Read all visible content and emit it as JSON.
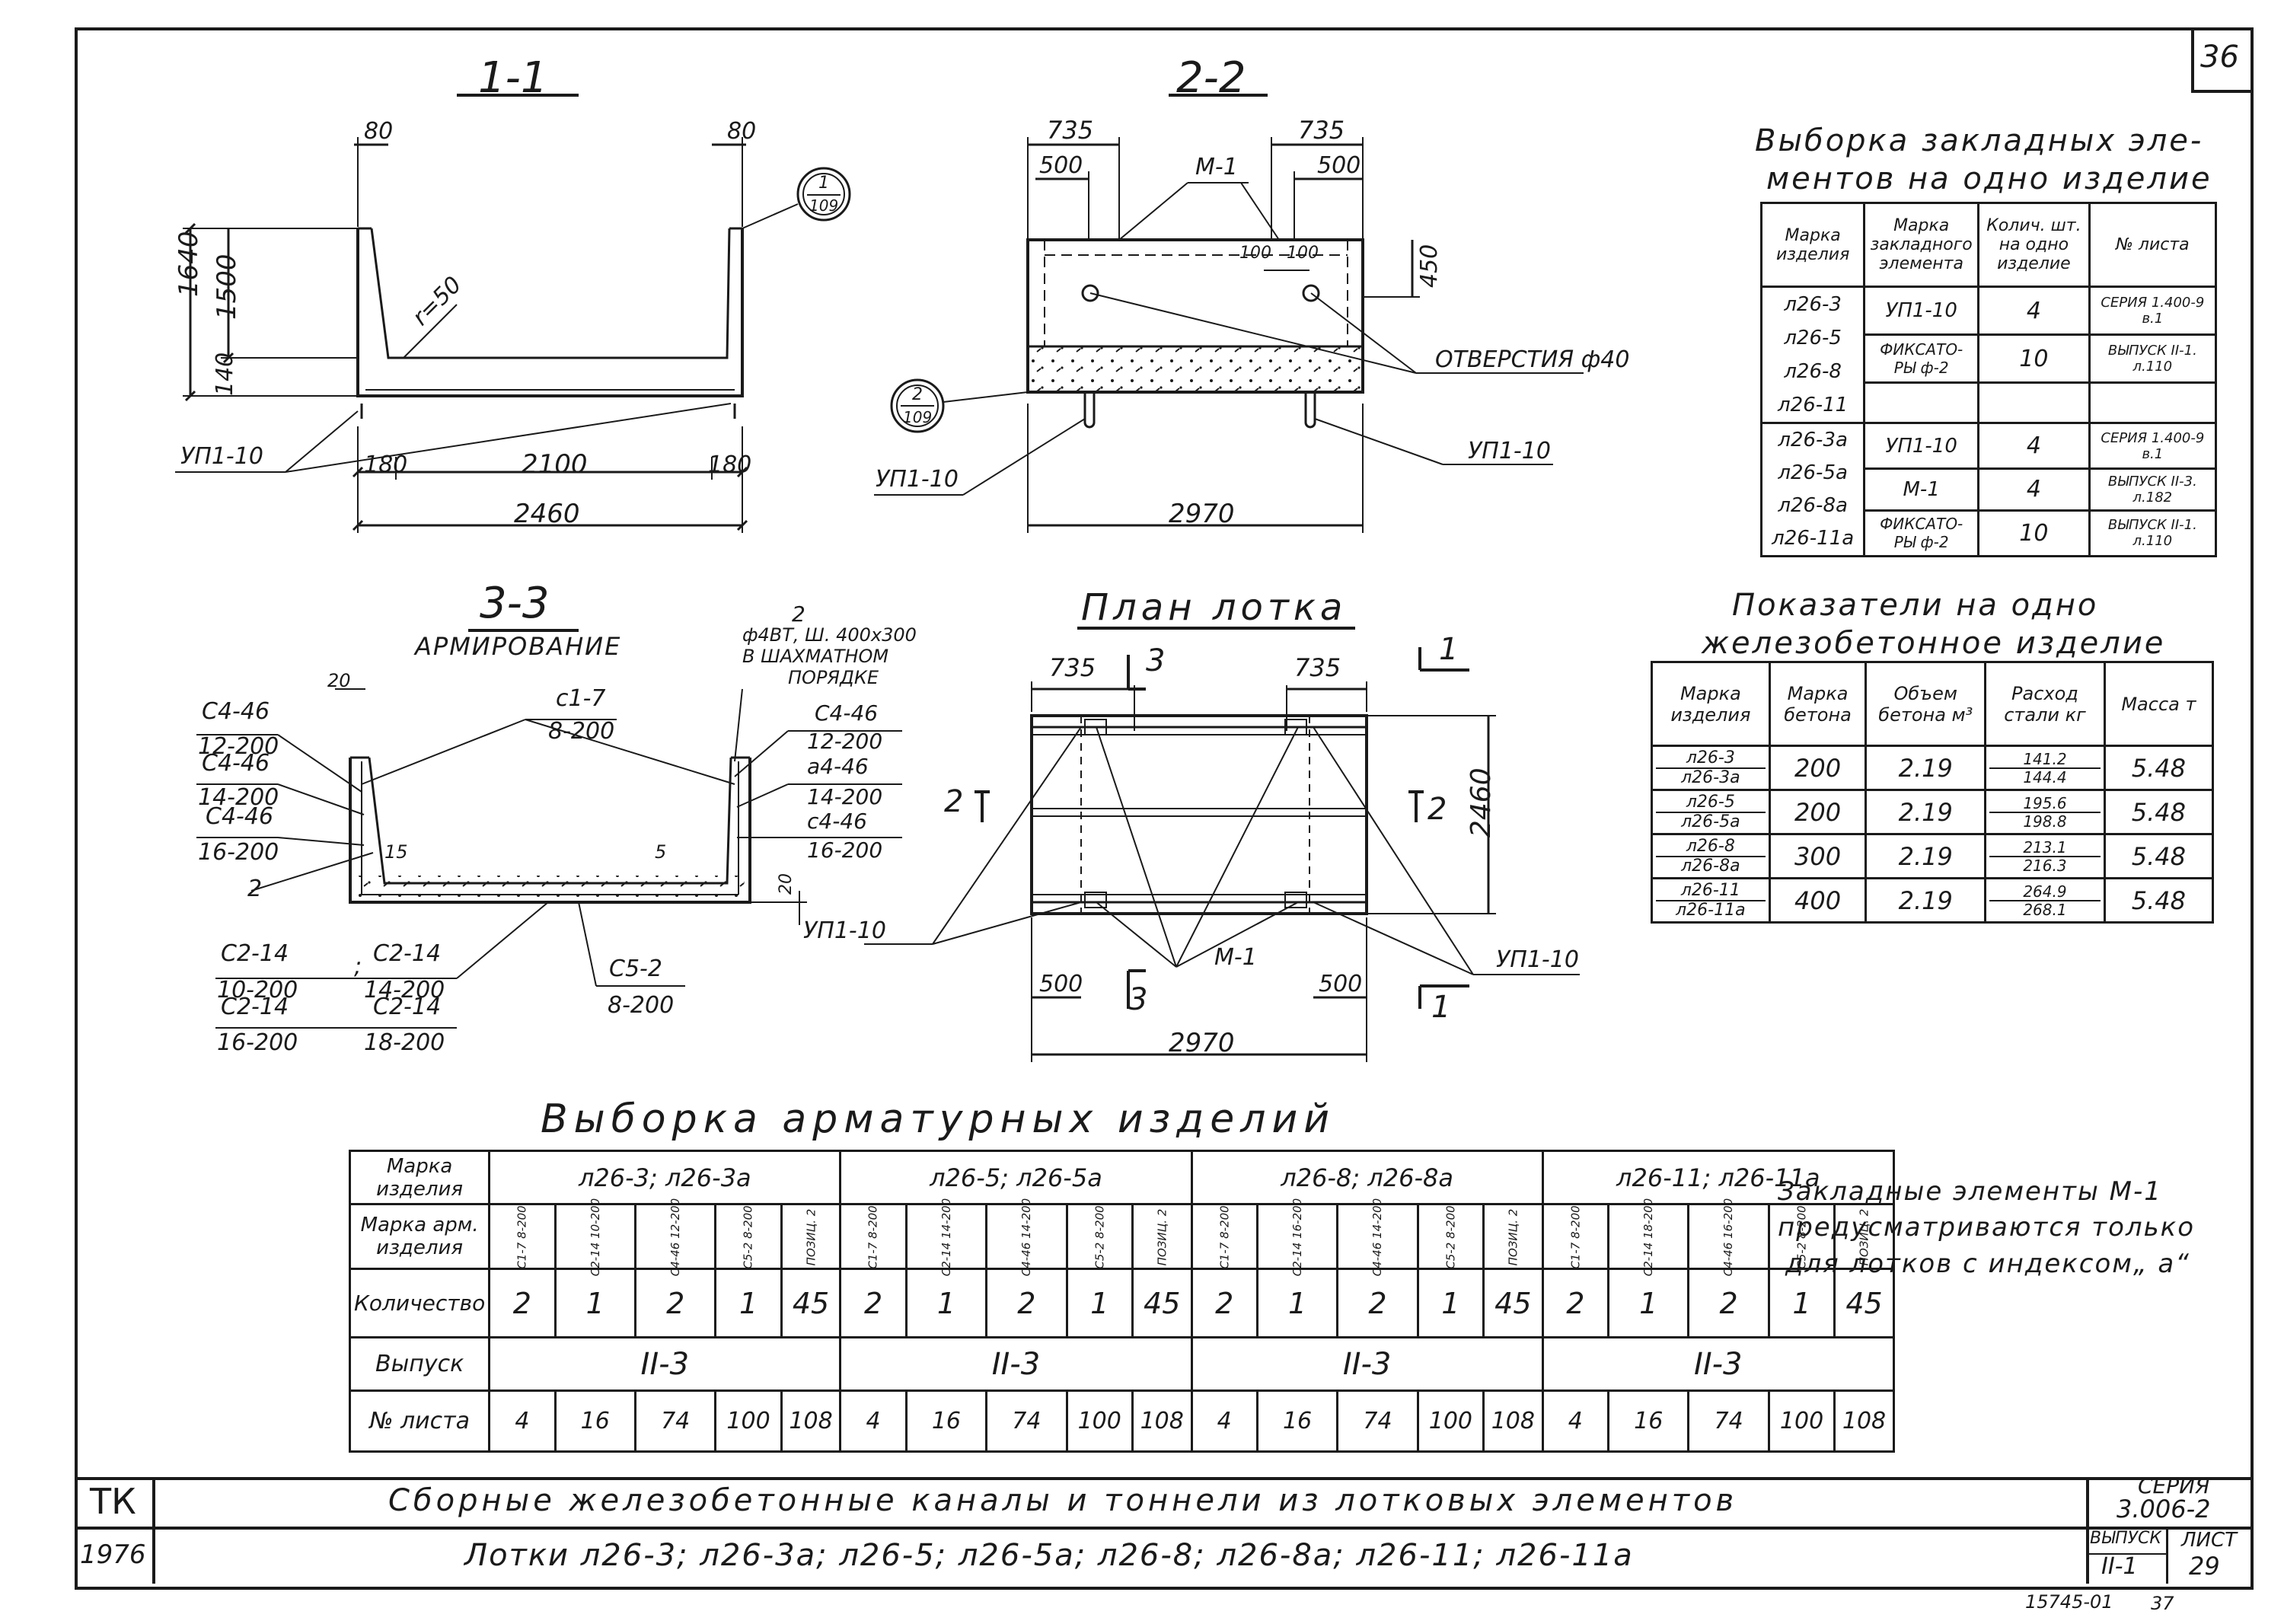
{
  "sheet_number": "36",
  "sections": {
    "s11": {
      "title": "1-1",
      "dims": [
        "80",
        "80",
        "1640",
        "1500",
        "140",
        "r=50",
        "180",
        "2100",
        "180",
        "2460"
      ],
      "callout": {
        "num": "1",
        "den": "109"
      },
      "label": "УП1-10"
    },
    "s22": {
      "title": "2-2",
      "dims": [
        "735",
        "735",
        "500",
        "500",
        "М-1",
        "100",
        "100",
        "450",
        "2970"
      ],
      "label_holes": "ОТВЕРСТИЯ ф40",
      "label_left": "УП1-10",
      "label_right": "УП1-10",
      "callout": {
        "num": "2",
        "den": "109"
      }
    },
    "s33": {
      "title": "3-3",
      "subtitle": "АРМИРОВАНИЕ",
      "note": [
        "2",
        "ф4ВТ, Ш. 400х300",
        "В ШАХМАТНОМ",
        "ПОРЯДКЕ"
      ],
      "c1": [
        "с1-7",
        "8-200"
      ],
      "left_labels": [
        [
          "С4-46",
          "12-200"
        ],
        [
          "С4-46",
          "14-200"
        ],
        [
          "С4-46",
          "16-200"
        ]
      ],
      "right_labels": [
        [
          "С4-46",
          "12-200"
        ],
        [
          "а4-46",
          "14-200"
        ],
        [
          "с4-46",
          "16-200"
        ]
      ],
      "small": [
        "20",
        "15",
        "5",
        "20",
        "2"
      ],
      "bottom_left": [
        [
          "С2-14",
          "10-200"
        ],
        [
          "С2-14",
          "14-200"
        ],
        [
          "С2-14",
          "16-200"
        ],
        [
          "С2-14",
          "18-200"
        ]
      ],
      "c5": [
        "С5-2",
        "8-200"
      ]
    },
    "plan": {
      "title": "План лотка",
      "dims": [
        "735",
        "735",
        "500",
        "500",
        "2970",
        "2460"
      ],
      "marks": [
        "3",
        "3",
        "1",
        "1",
        "2",
        "2"
      ],
      "label_left": "УП1-10",
      "label_mid": "М-1",
      "label_right": "УП1-10"
    }
  },
  "embedded_table": {
    "title": [
      "Выборка закладных эле-",
      "ментов на одно изделие"
    ],
    "headers": [
      "Марка изделия",
      "Марка закладного элемента",
      "Колич. шт. на одно изделие",
      "№ листа"
    ],
    "group1": {
      "marks": [
        "л26-3",
        "л26-5",
        "л26-8",
        "л26-11"
      ],
      "rows": [
        [
          "УП1-10",
          "4",
          "СЕРИЯ 1.400-9 в.1"
        ],
        [
          "ФИКСАТО- РЫ ф-2",
          "10",
          "ВЫПУСК II-1. л.110"
        ]
      ]
    },
    "group2": {
      "marks": [
        "л26-3а",
        "л26-5а",
        "л26-8а",
        "л26-11а"
      ],
      "rows": [
        [
          "УП1-10",
          "4",
          "СЕРИЯ 1.400-9 в.1"
        ],
        [
          "М-1",
          "4",
          "ВЫПУСК II-3. л.182"
        ],
        [
          "ФИКСАТО- РЫ ф-2",
          "10",
          "ВЫПУСК II-1. л.110"
        ]
      ]
    }
  },
  "indicators_table": {
    "title": [
      "Показатели на одно",
      "железобетонное изделие"
    ],
    "headers": [
      "Марка изделия",
      "Марка бетона",
      "Объем бетона м³",
      "Расход стали кг",
      "Масса т"
    ],
    "rows": [
      {
        "m1": "л26-3",
        "m2": "л26-3а",
        "grade": "200",
        "vol": "2.19",
        "s1": "141.2",
        "s2": "144.4",
        "mass": "5.48"
      },
      {
        "m1": "л26-5",
        "m2": "л26-5а",
        "grade": "200",
        "vol": "2.19",
        "s1": "195.6",
        "s2": "198.8",
        "mass": "5.48"
      },
      {
        "m1": "л26-8",
        "m2": "л26-8а",
        "grade": "300",
        "vol": "2.19",
        "s1": "213.1",
        "s2": "216.3",
        "mass": "5.48"
      },
      {
        "m1": "л26-11",
        "m2": "л26-11а",
        "grade": "400",
        "vol": "2.19",
        "s1": "264.9",
        "s2": "268.1",
        "mass": "5.48"
      }
    ]
  },
  "rebar_table": {
    "title": "Выборка арматурных изделий",
    "row_labels": [
      "Марка изделия",
      "Марка арм. изделия",
      "Количество",
      "Выпуск",
      "№ листа"
    ],
    "groups": [
      {
        "name": "л26-3; л26-3а",
        "marks": [
          "С1-7 8-200",
          "С2-14 10-200",
          "С4-46 12-200",
          "С5-2 8-200",
          "ПОЗИЦ. 2"
        ],
        "qty": [
          "2",
          "1",
          "2",
          "1",
          "45"
        ],
        "issue": "II-3",
        "sheets": [
          "4",
          "16",
          "74",
          "100",
          "108"
        ]
      },
      {
        "name": "л26-5; л26-5а",
        "marks": [
          "С1-7 8-200",
          "С2-14 14-200",
          "С4-46 14-200",
          "С5-2 8-200",
          "ПОЗИЦ. 2"
        ],
        "qty": [
          "2",
          "1",
          "2",
          "1",
          "45"
        ],
        "issue": "II-3",
        "sheets": [
          "4",
          "16",
          "74",
          "100",
          "108"
        ]
      },
      {
        "name": "л26-8; л26-8а",
        "marks": [
          "С1-7 8-200",
          "С2-14 16-200",
          "С4-46 14-200",
          "С5-2 8-200",
          "ПОЗИЦ. 2"
        ],
        "qty": [
          "2",
          "1",
          "2",
          "1",
          "45"
        ],
        "issue": "II-3",
        "sheets": [
          "4",
          "16",
          "74",
          "100",
          "108"
        ]
      },
      {
        "name": "л26-11; л26-11а",
        "marks": [
          "С1-7 8-200",
          "С2-14 18-200",
          "С4-46 16-200",
          "С5-2 8-200",
          "ПОЗИЦ. 2"
        ],
        "qty": [
          "2",
          "1",
          "2",
          "1",
          "45"
        ],
        "issue": "II-3",
        "sheets": [
          "4",
          "16",
          "74",
          "100",
          "108"
        ]
      }
    ]
  },
  "note": [
    "Закладные элементы М-1",
    "предусматриваются только",
    "для лотков с индексом„ а“"
  ],
  "title_block": {
    "org": "ТК",
    "year": "1976",
    "line1": "Сборные железобетонные каналы и тоннели из лотковых элементов",
    "line2": "Лотки л26-3; л26-3а; л26-5; л26-5а; л26-8; л26-8а; л26-11; л26-11а",
    "series_label": "СЕРИЯ",
    "series_value": "3.006-2",
    "issue_label": "ВЫПУСК",
    "issue_value": "II-1",
    "sheet_label": "ЛИСТ",
    "sheet_value": "29"
  },
  "footer_code": "15745-01",
  "footer_num": "37"
}
